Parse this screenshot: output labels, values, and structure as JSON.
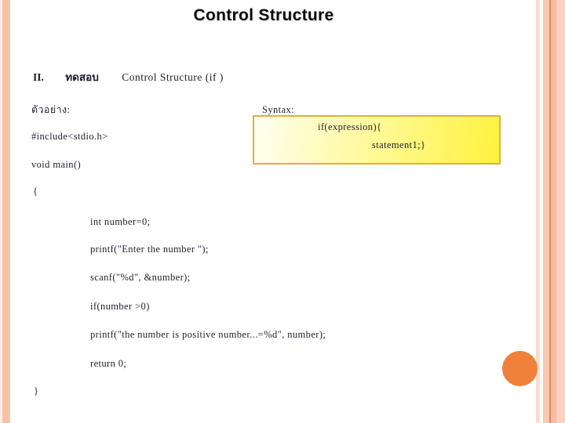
{
  "slide": {
    "title": "Control Structure",
    "heading": {
      "numeral": "II.",
      "thai_word": "ทดสอบ",
      "text": "Control Structure (if )"
    },
    "code": {
      "lines": [
        "ตัวอย่าง:",
        "#include<stdio.h>",
        "void main()",
        "{",
        "int number=0;",
        "printf(\"Enter the number \");",
        "scanf(\"%d\", &number);",
        "if(number >0)",
        "printf(\"the number is positive number...=%d\", number);",
        "return 0;",
        "}"
      ]
    },
    "syntax_box": {
      "label": "Syntax:",
      "line1": "if(expression){",
      "line2": "statement1;}"
    },
    "colors": {
      "stripe_salmon": "#f5c2a6",
      "stripe_dark_orange": "#de8a52",
      "box_border_gold": "#d9b23f",
      "box_yellow": "#fff23d",
      "circle_orange": "#f0813b"
    }
  }
}
